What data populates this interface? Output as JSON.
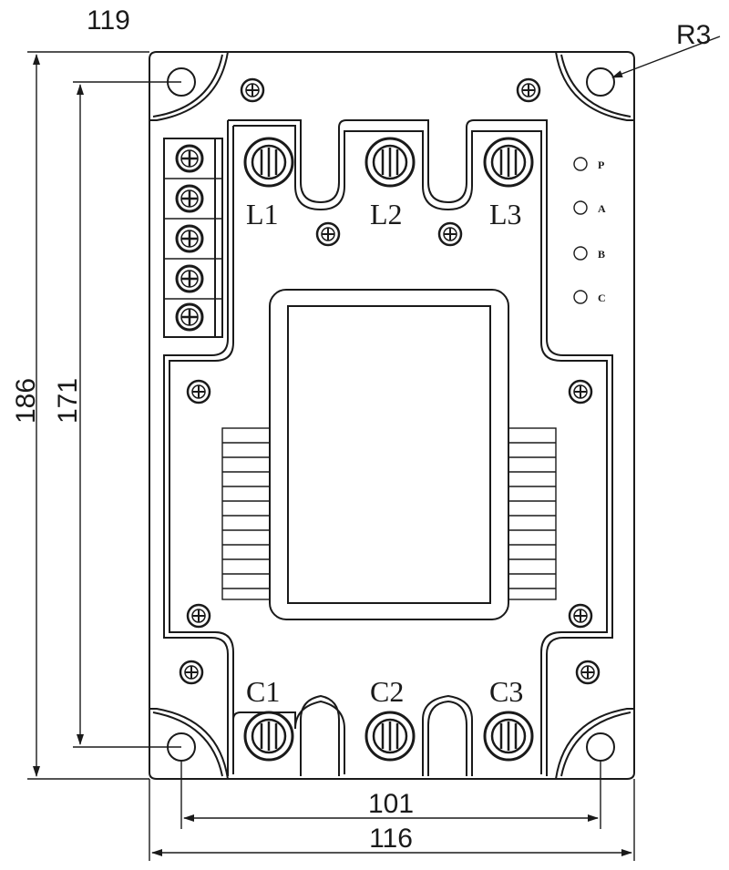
{
  "dimensions": {
    "top_left": "119",
    "radius": "R3",
    "outer_height": "186",
    "hole_height": "171",
    "hole_width": "101",
    "outer_width": "116"
  },
  "terminals": {
    "top": [
      "L1",
      "L2",
      "L3"
    ],
    "bottom": [
      "C1",
      "C2",
      "C3"
    ]
  },
  "indicators": [
    "P",
    "A",
    "B",
    "C"
  ]
}
